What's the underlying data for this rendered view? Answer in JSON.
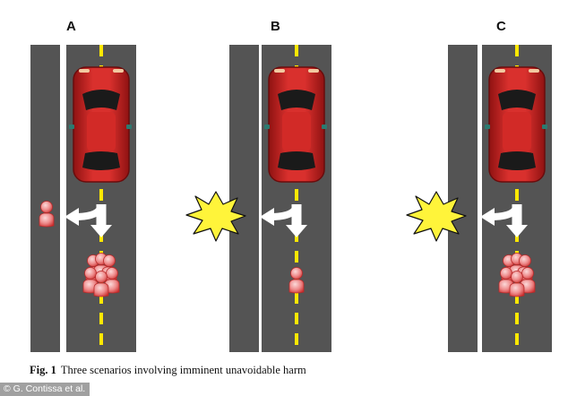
{
  "panels": [
    {
      "label": "A",
      "swerve_target": "pedestrian",
      "straight_target": "group"
    },
    {
      "label": "B",
      "swerve_target": "barrier",
      "straight_target": "pedestrian"
    },
    {
      "label": "C",
      "swerve_target": "barrier",
      "straight_target": "group"
    }
  ],
  "caption": {
    "figure_label": "Fig. 1",
    "text": "Three scenarios involving imminent unavoidable harm"
  },
  "credit": "© G. Contissa et al.",
  "colors": {
    "road": "#545454",
    "lane_marking": "#ffe800",
    "car_body": "#c8201e",
    "pedestrian": "#e35b5b",
    "explosion": "#fff43a"
  }
}
